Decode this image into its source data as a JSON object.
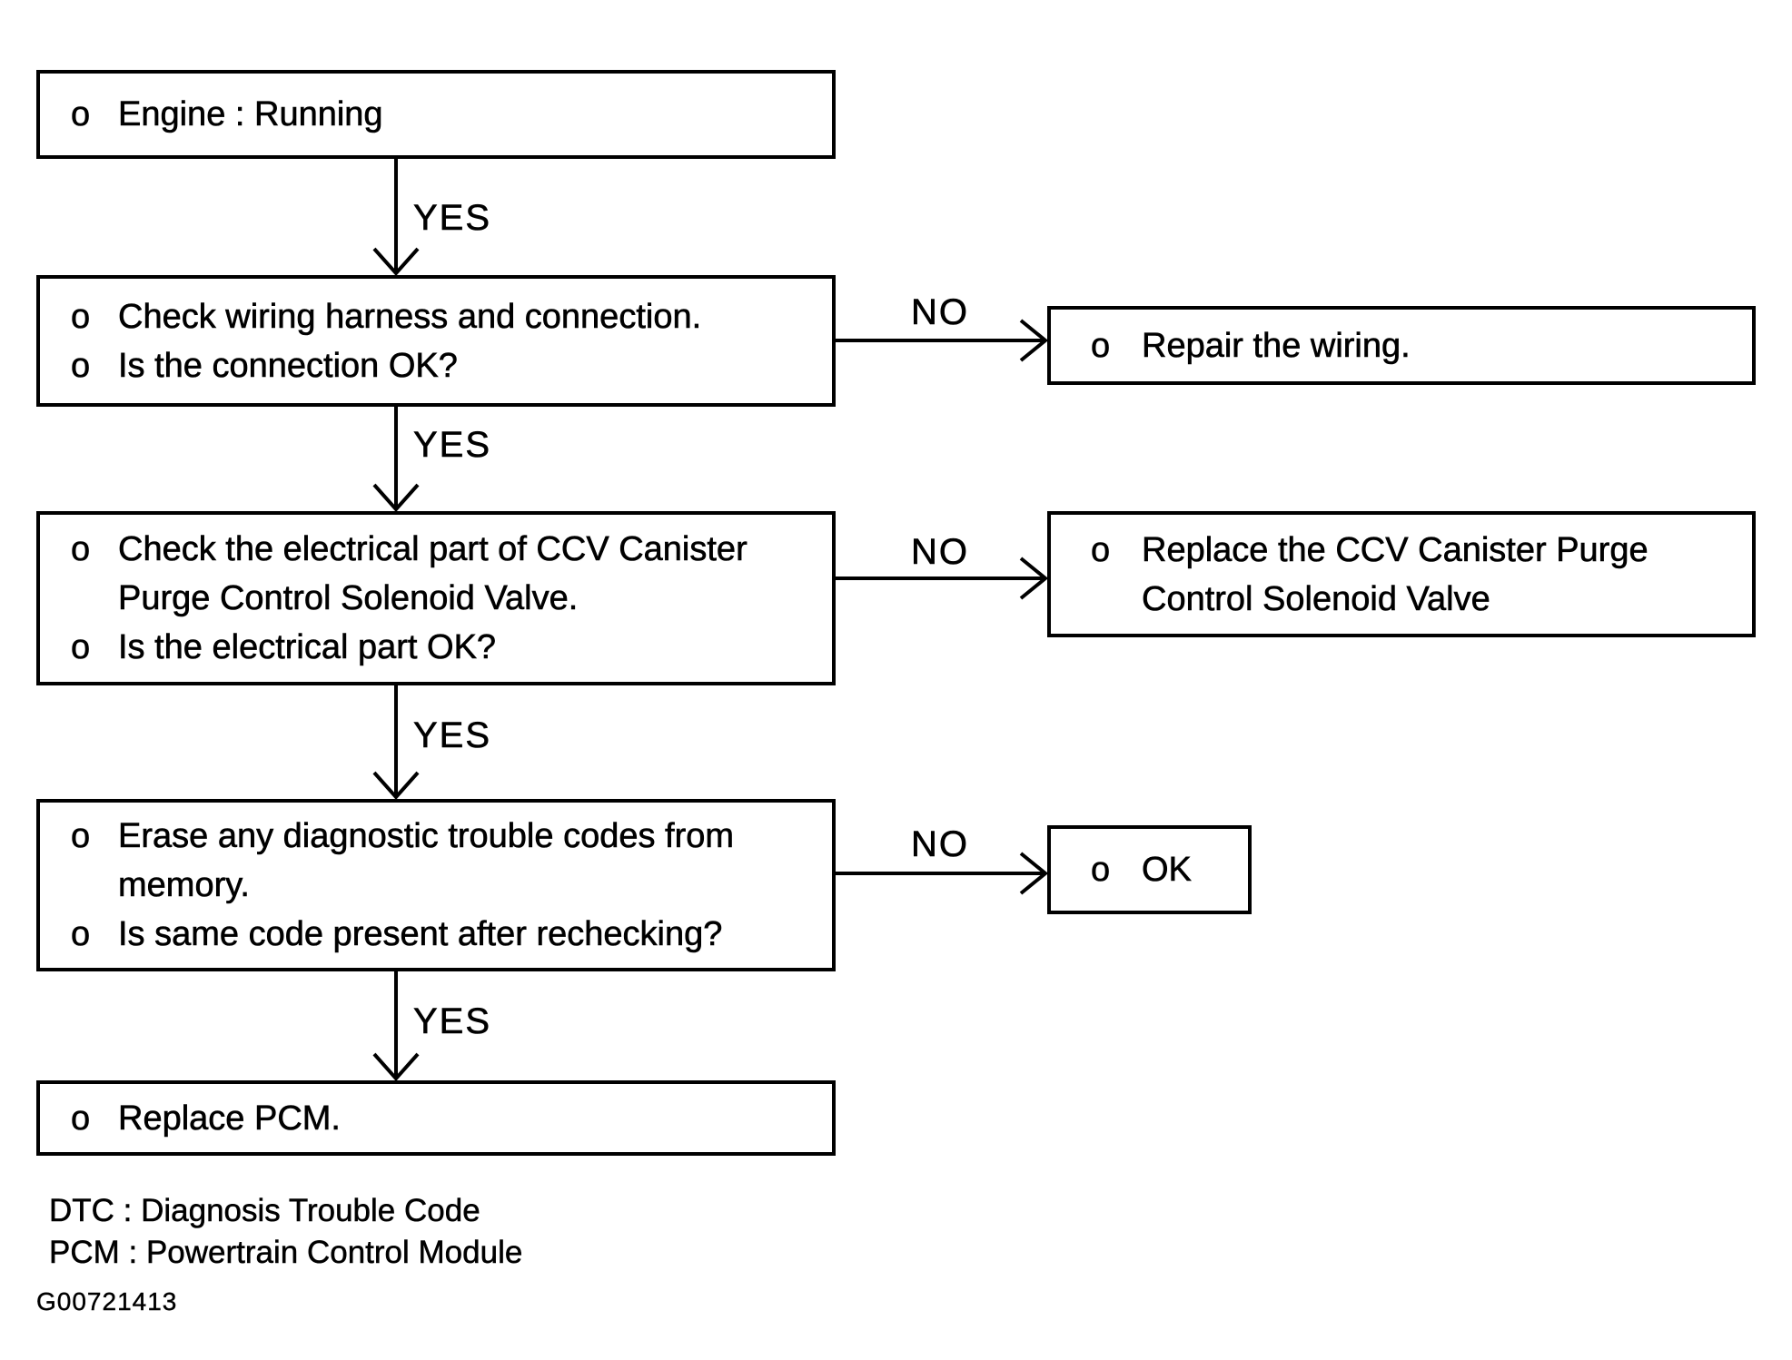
{
  "bullet": "o",
  "diagram": {
    "title_hint": "DTC diagnostic flowchart for CCV Canister Purge Control Solenoid Valve",
    "steps": [
      {
        "items": [
          "Engine : Running"
        ],
        "yes_label": "YES"
      },
      {
        "items": [
          "Check wiring harness and connection.",
          "Is the connection OK?"
        ],
        "yes_label": "YES",
        "no_label": "NO",
        "no_action": {
          "items": [
            "Repair the wiring."
          ]
        }
      },
      {
        "items": [
          "Check the electrical part of CCV Canister\nPurge Control Solenoid Valve.",
          "Is the electrical part OK?"
        ],
        "yes_label": "YES",
        "no_label": "NO",
        "no_action": {
          "items": [
            "Replace the CCV Canister Purge\nControl Solenoid Valve"
          ]
        }
      },
      {
        "items": [
          "Erase any diagnostic trouble codes from\nmemory.",
          "Is same code present after rechecking?"
        ],
        "yes_label": "YES",
        "no_label": "NO",
        "no_action": {
          "items": [
            "OK"
          ]
        }
      },
      {
        "items": [
          "Replace PCM."
        ]
      }
    ],
    "legend": [
      "DTC : Diagnosis Trouble Code",
      "PCM : Powertrain Control Module"
    ],
    "figure_id": "G00721413",
    "colors": {
      "ink": "#000000",
      "paper": "#ffffff"
    }
  }
}
